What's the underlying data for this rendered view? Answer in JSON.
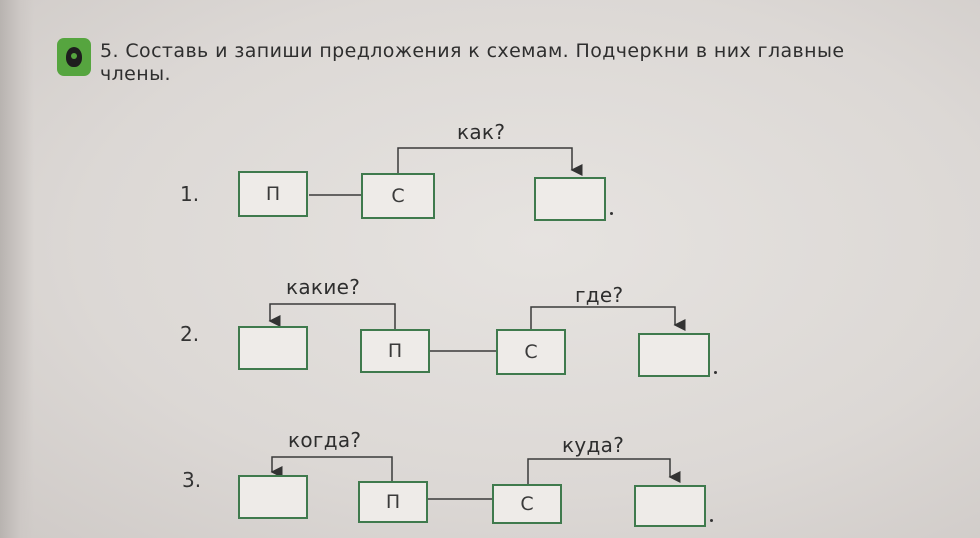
{
  "task": {
    "icon": "pencil-badge-icon",
    "number": "5.",
    "text": "Составь и запиши предложения к схемам. Подчеркни в них главные члены."
  },
  "schemes": [
    {
      "number": "1.",
      "subject_label": "П",
      "predicate_label": "С",
      "questions": [
        "как?"
      ]
    },
    {
      "number": "2.",
      "subject_label": "П",
      "predicate_label": "С",
      "questions": [
        "какие?",
        "где?"
      ]
    },
    {
      "number": "3.",
      "subject_label": "П",
      "predicate_label": "С",
      "questions": [
        "когда?",
        "куда?"
      ]
    }
  ],
  "colors": {
    "box_border": "#3f7a4d",
    "icon_green": "#56a53f"
  }
}
